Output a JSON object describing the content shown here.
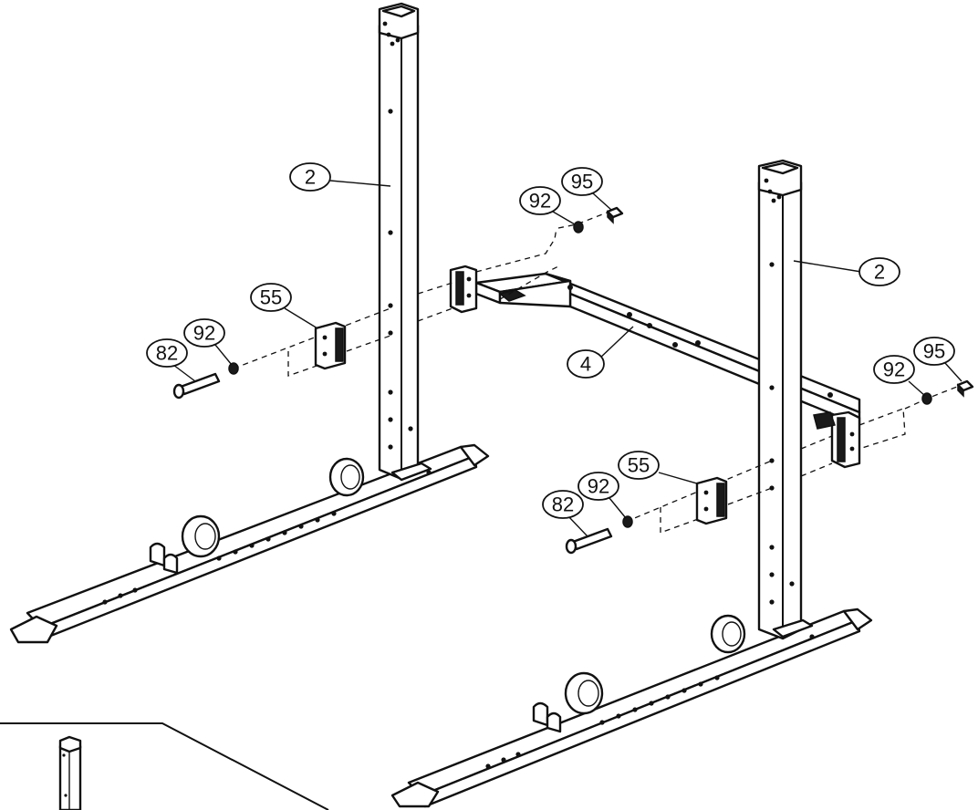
{
  "callouts": {
    "upright_left": "2",
    "upright_right": "2",
    "crossbar": "4",
    "plate_left": "55",
    "plate_right": "55",
    "bolt_left": "82",
    "bolt_right": "82",
    "washer_left": "92",
    "washer_right": "92",
    "washer_top_left": "92",
    "washer_top_right": "92",
    "nut_left": "95",
    "nut_right": "95"
  }
}
